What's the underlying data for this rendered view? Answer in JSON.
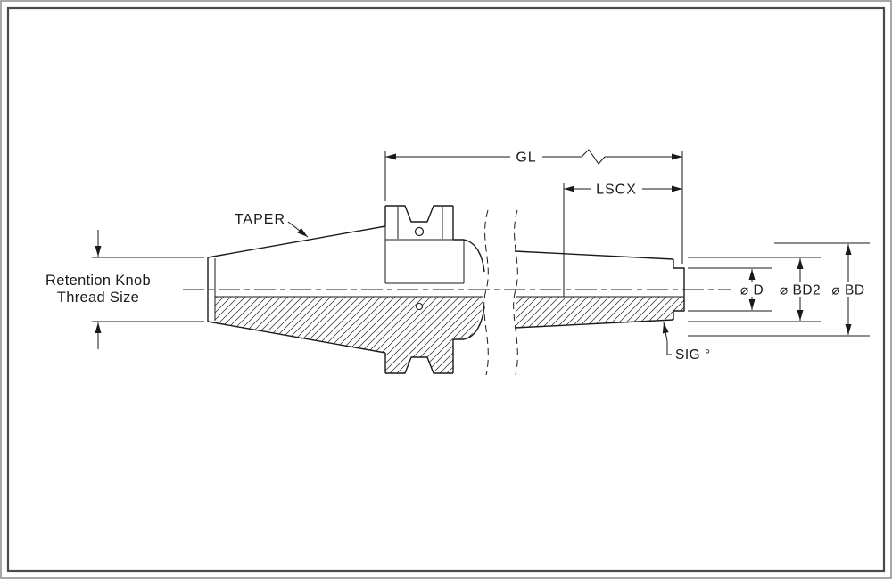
{
  "colors": {
    "line": "#1a1a1a",
    "frame_inner": "#4a4a4a",
    "frame_outer": "#8a8a8a",
    "background": "#ffffff"
  },
  "labels": {
    "gl": "GL",
    "lscx": "LSCX",
    "taper": "TAPER",
    "retention_knob_line1": "Retention Knob",
    "retention_knob_line2": "Thread Size",
    "dia_d": "⌀ D",
    "dia_bd2": "⌀ BD2",
    "dia_bd": "⌀ BD",
    "sig_angle": "SIG °"
  }
}
